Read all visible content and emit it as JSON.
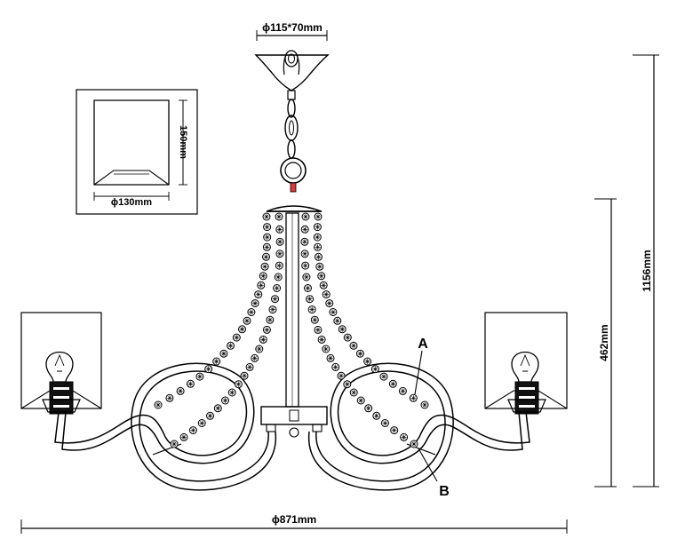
{
  "dimensions": {
    "canopy": "ϕ115*70mm",
    "shade_height": "150mm",
    "shade_width": "ϕ130mm",
    "total_height": "1156mm",
    "body_height": "462mm",
    "overall_width": "ϕ871mm"
  },
  "callouts": {
    "a": "A",
    "b": "B"
  }
}
